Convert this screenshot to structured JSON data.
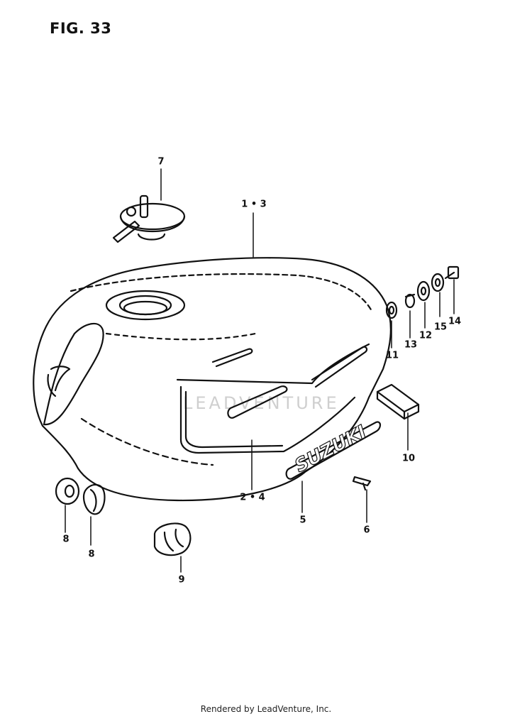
{
  "figure": {
    "title": "FIG. 33",
    "footer": "Rendered by LeadVenture, Inc.",
    "watermark": "LEADVENTURE"
  },
  "callouts": [
    {
      "id": "c1",
      "label": "7"
    },
    {
      "id": "c2",
      "label": "1 • 3"
    },
    {
      "id": "c3",
      "label": "2 • 4"
    },
    {
      "id": "c4",
      "label": "11"
    },
    {
      "id": "c5",
      "label": "13"
    },
    {
      "id": "c6",
      "label": "12"
    },
    {
      "id": "c7",
      "label": "15"
    },
    {
      "id": "c8",
      "label": "14"
    },
    {
      "id": "c9",
      "label": "10"
    },
    {
      "id": "c10",
      "label": "5"
    },
    {
      "id": "c11",
      "label": "6"
    },
    {
      "id": "c12",
      "label": "8"
    },
    {
      "id": "c13",
      "label": "8"
    },
    {
      "id": "c14",
      "label": "9"
    }
  ],
  "parts": {
    "emblem_text": "SUZUKI"
  }
}
